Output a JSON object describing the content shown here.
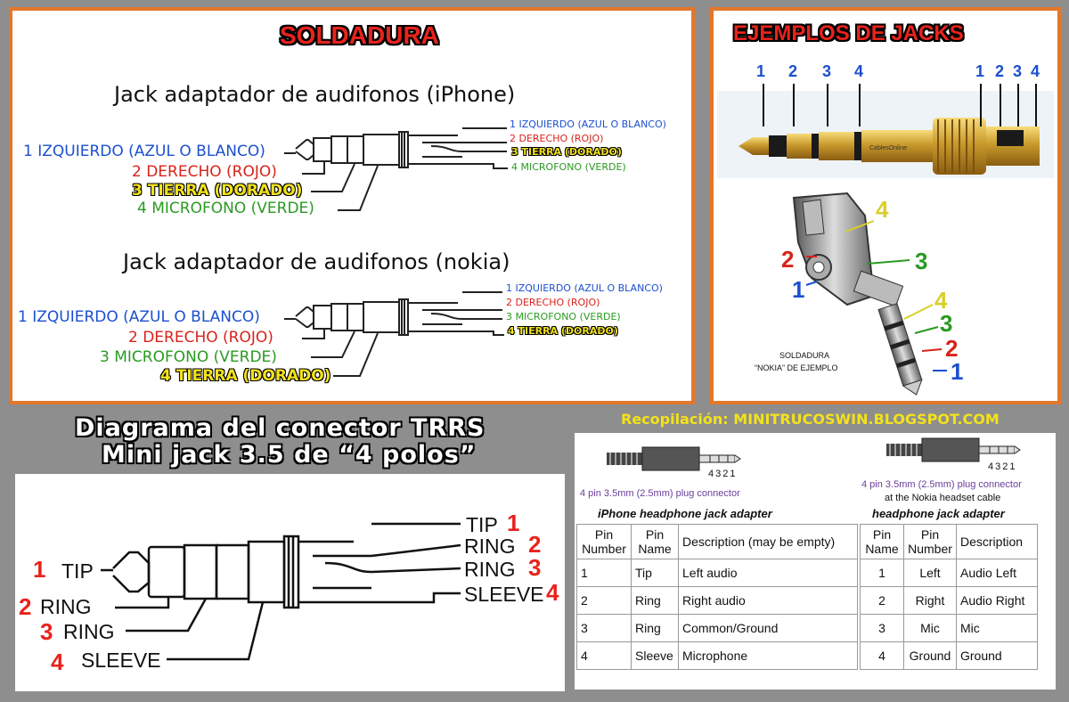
{
  "solder": {
    "title": "SOLDADURA",
    "iphone": {
      "heading": "Jack adaptador de audifonos (iPhone)",
      "left": [
        "1 IZQUIERDO (AZUL O BLANCO)",
        "2 DERECHO (ROJO)",
        "3 TIERRA (DORADO)",
        "4 MICROFONO (VERDE)"
      ],
      "right": [
        "1 IZQUIERDO (AZUL O BLANCO)",
        "2 DERECHO (ROJO)",
        "3 TIERRA (DORADO)",
        "4 MICROFONO (VERDE)"
      ]
    },
    "nokia": {
      "heading": "Jack adaptador de audifonos (nokia)",
      "left": [
        "1 IZQUIERDO (AZUL O BLANCO)",
        "2 DERECHO (ROJO)",
        "3 MICROFONO (VERDE)",
        "4 TIERRA (DORADO)"
      ],
      "right": [
        "1 IZQUIERDO (AZUL O BLANCO)",
        "2 DERECHO (ROJO)",
        "3 MICROFONO (VERDE)",
        "4 TIERRA (DORADO)"
      ]
    }
  },
  "examples": {
    "title": "EJEMPLOS DE JACKS",
    "plug_numbers_left": [
      "1",
      "2",
      "3",
      "4"
    ],
    "plug_numbers_right": [
      "1",
      "2",
      "3",
      "4"
    ],
    "plug_brand": "CablesOnline",
    "socket_labels": [
      "4",
      "2",
      "3",
      "1",
      "4",
      "3",
      "2",
      "1"
    ],
    "caption_line1": "SOLDADURA",
    "caption_line2": "“NOKIA” DE EJEMPLO"
  },
  "credit": "Recopilación: MINITRUCOSWIN.BLOGSPOT.COM",
  "trrs": {
    "title_line1": "Diagrama del conector TRRS",
    "title_line2": "Mini jack 3.5 de “4 polos”",
    "left_labels": [
      "TIP",
      "RING",
      "RING",
      "SLEEVE"
    ],
    "left_numbers": [
      "1",
      "2",
      "3",
      "4"
    ],
    "right_labels": [
      "TIP",
      "RING",
      "RING",
      "SLEEVE"
    ],
    "right_numbers": [
      "1",
      "2",
      "3",
      "4"
    ]
  },
  "pin_tables": {
    "iphone": {
      "plug_caption": "4 pin 3.5mm (2.5mm) plug connector",
      "title": "iPhone headphone jack adapter",
      "pin_marks": [
        "4",
        "3",
        "2",
        "1"
      ],
      "headers": [
        "Pin Number",
        "Pin Name",
        "Description (may be empty)"
      ],
      "rows": [
        [
          "1",
          "Tip",
          "Left audio"
        ],
        [
          "2",
          "Ring",
          "Right audio"
        ],
        [
          "3",
          "Ring",
          "Common/Ground"
        ],
        [
          "4",
          "Sleeve",
          "Microphone"
        ]
      ]
    },
    "nokia": {
      "plug_caption": "4 pin 3.5mm (2.5mm) plug connector",
      "plug_caption2": "at the Nokia headset cable",
      "title": "headphone jack adapter",
      "pin_marks": [
        "4",
        "3",
        "2",
        "1"
      ],
      "headers": [
        "Pin Name",
        "Pin Number",
        "Description"
      ],
      "rows": [
        [
          "1",
          "Left",
          "Audio Left"
        ],
        [
          "2",
          "Right",
          "Audio Right"
        ],
        [
          "3",
          "Mic",
          "Mic"
        ],
        [
          "4",
          "Ground",
          "Ground"
        ]
      ]
    }
  },
  "colors": {
    "accent_border": "#e4772a",
    "red": "#d8231b",
    "blue": "#1b4fcf",
    "green": "#2a9a22",
    "gold": "#f3e21a"
  }
}
